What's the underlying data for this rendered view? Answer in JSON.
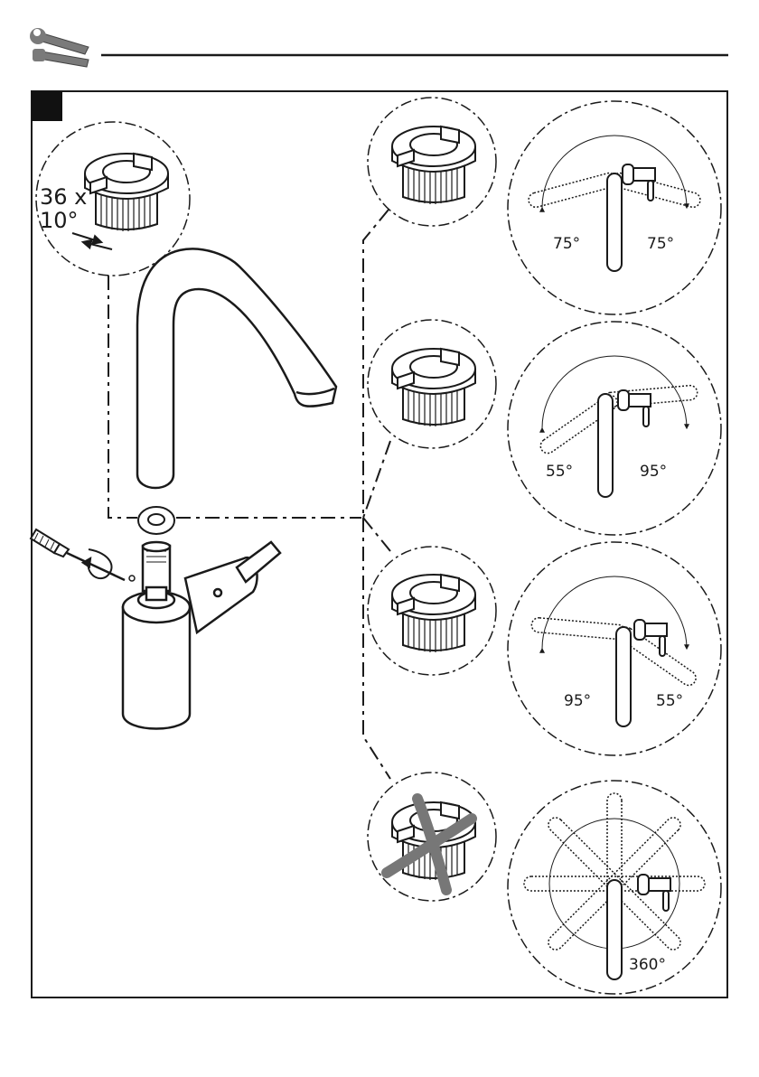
{
  "header": {
    "icon": "wrench-screwdriver-icon"
  },
  "step": {
    "marker": "black-square"
  },
  "adapter_spec": {
    "count_text": "36 x",
    "angle_text": "10°"
  },
  "options": [
    {
      "left": "75°",
      "right": "75°"
    },
    {
      "left": "55°",
      "right": "95°"
    },
    {
      "left": "95°",
      "right": "55°"
    },
    {
      "full": "360°"
    }
  ]
}
